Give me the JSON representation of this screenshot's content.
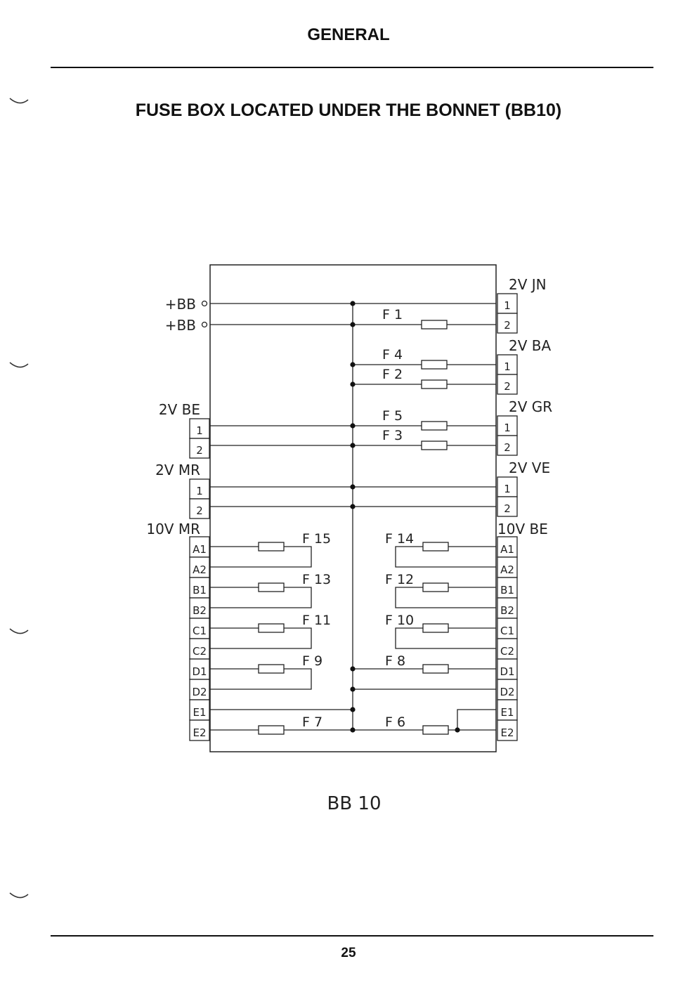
{
  "header": {
    "section_title": "GENERAL",
    "page_title": "FUSE BOX LOCATED UNDER THE BONNET (BB10)",
    "page_number": "25"
  },
  "diagram": {
    "caption": "BB10",
    "terminals": [
      "+BB",
      "+BB"
    ],
    "connectors_left": [
      {
        "name": "2V BE",
        "pins": [
          "1",
          "2"
        ]
      },
      {
        "name": "2V MR",
        "pins": [
          "1",
          "2"
        ]
      },
      {
        "name": "10V MR",
        "pins": [
          "A1",
          "A2",
          "B1",
          "B2",
          "C1",
          "C2",
          "D1",
          "D2",
          "E1",
          "E2"
        ]
      }
    ],
    "connectors_right": [
      {
        "name": "2V JN",
        "pins": [
          "1",
          "2"
        ]
      },
      {
        "name": "2V BA",
        "pins": [
          "1",
          "2"
        ]
      },
      {
        "name": "2V GR",
        "pins": [
          "1",
          "2"
        ]
      },
      {
        "name": "2V VE",
        "pins": [
          "1",
          "2"
        ]
      },
      {
        "name": "10V BE",
        "pins": [
          "A1",
          "A2",
          "B1",
          "B2",
          "C1",
          "C2",
          "D1",
          "D2",
          "E1",
          "E2"
        ]
      }
    ],
    "fuses": [
      "F1",
      "F2",
      "F3",
      "F4",
      "F5",
      "F6",
      "F7",
      "F8",
      "F9",
      "F10",
      "F11",
      "F12",
      "F13",
      "F14",
      "F15"
    ]
  }
}
